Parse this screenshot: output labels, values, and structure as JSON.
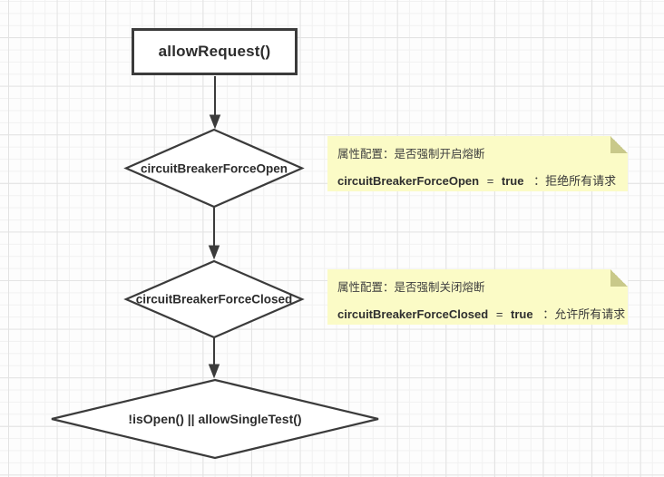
{
  "canvas": {
    "background": "#fdfdfd",
    "grid_minor_color": "#f1f1f1",
    "grid_major_color": "#e3e3e3"
  },
  "flowchart": {
    "stroke_color": "#3b3b3b",
    "nodes": [
      {
        "id": "allow-request",
        "shape": "rectangle",
        "label": "allowRequest()"
      },
      {
        "id": "circuit-breaker-force-open",
        "shape": "diamond",
        "label": "circuitBreakerForceOpen"
      },
      {
        "id": "circuit-breaker-force-closed",
        "shape": "diamond",
        "label": "circuitBreakerForceClosed"
      },
      {
        "id": "is-open-or-allow-single-test",
        "shape": "diamond",
        "label": "!isOpen() || allowSingleTest()"
      }
    ]
  },
  "notes": {
    "bg_color": "#fbfbc6",
    "fold_color": "#c9c98a",
    "items": [
      {
        "title": "属性配置：是否强制开启熔断",
        "code": "circuitBreakerForceOpen",
        "operator": "=",
        "value": "true",
        "description": "：拒绝所有请求"
      },
      {
        "title": "属性配置：是否强制关闭熔断",
        "code": "circuitBreakerForceClosed",
        "operator": "=",
        "value": "true",
        "description": "：允许所有请求"
      }
    ]
  }
}
